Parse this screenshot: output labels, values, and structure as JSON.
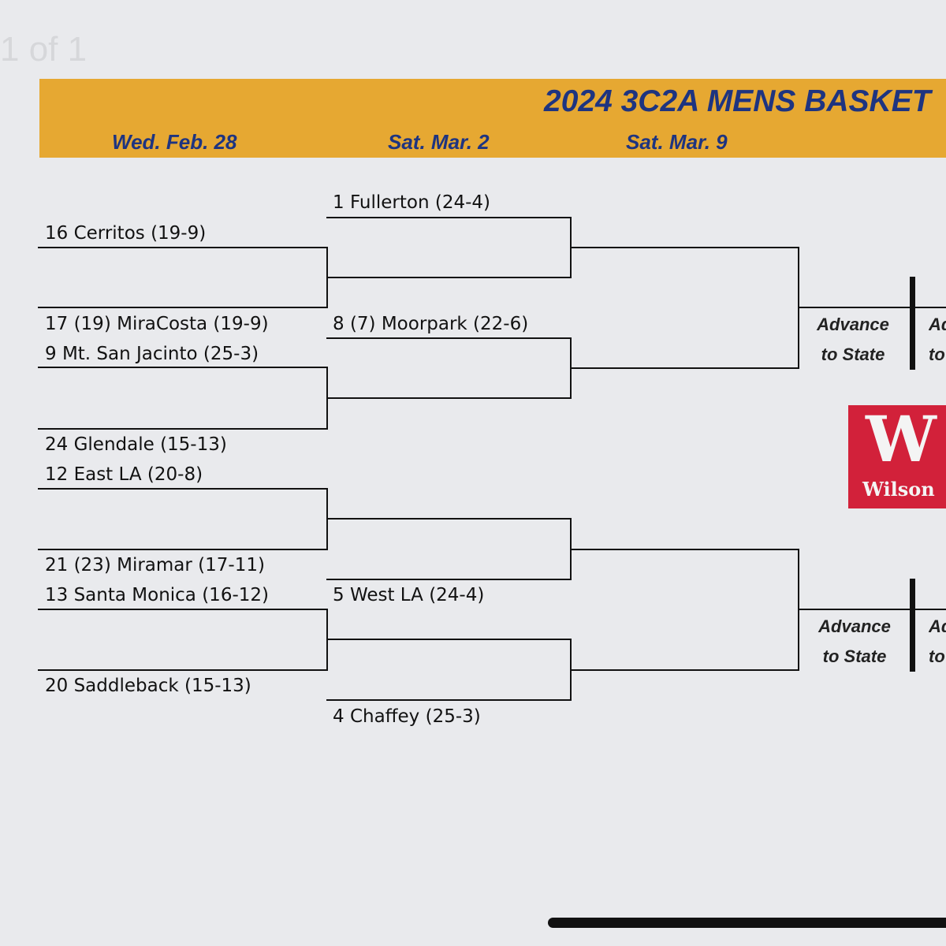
{
  "page_indicator": "1 of 1",
  "header": {
    "title": "2024 3C2A MENS BASKET",
    "dates": [
      "Wed. Feb. 28",
      "Sat. Mar. 2",
      "Sat. Mar. 9"
    ],
    "band_color": "#e6a832",
    "text_color": "#1e3480"
  },
  "round1": [
    "16 Cerritos (19-9)",
    "17 (19)  MiraCosta (19-9)",
    "9 Mt. San Jacinto (25-3)",
    "24 Glendale (15-13)",
    "12  East LA (20-8)",
    "21 (23) Miramar (17-11)",
    "13 Santa Monica (16-12)",
    "20 Saddleback (15-13)"
  ],
  "round2": [
    "1 Fullerton (24-4)",
    "8 (7) Moorpark (22-6)",
    "5 West LA  (24-4)",
    "4 Chaffey (25-3)"
  ],
  "advance": {
    "line1": "Advance",
    "line2": "to State",
    "clip1": "Ad",
    "clip2": "to"
  },
  "sponsor": {
    "logo_letter": "W",
    "logo_name": "Wilson",
    "color": "#d2213a"
  }
}
